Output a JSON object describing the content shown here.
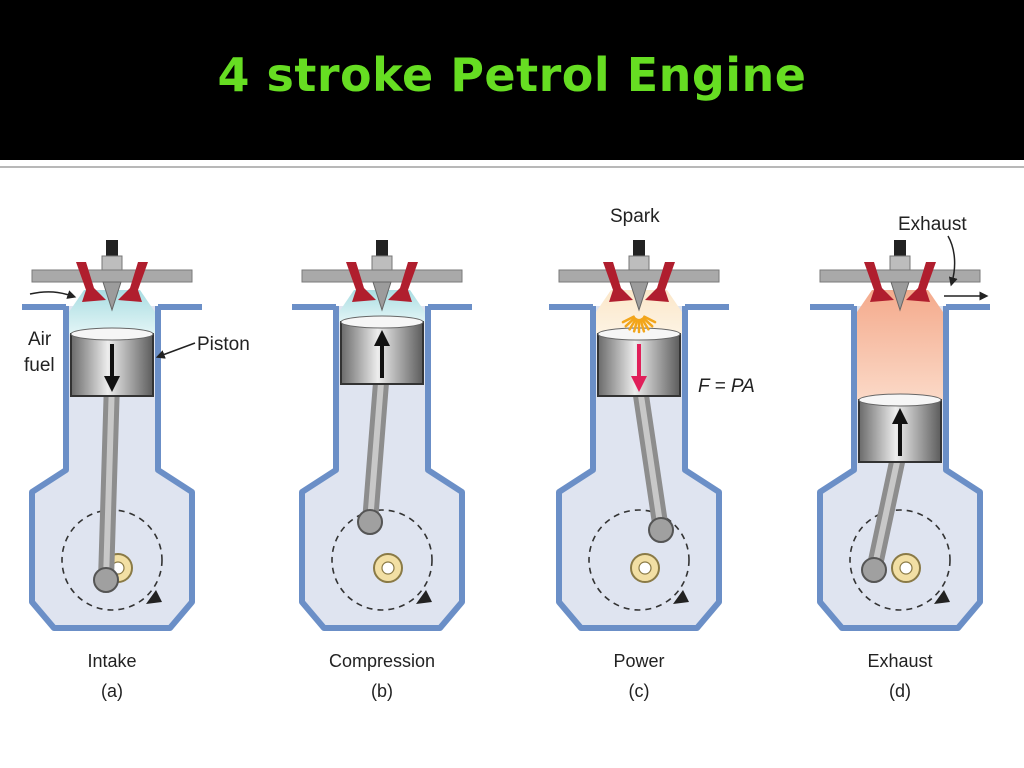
{
  "title": "4 stroke Petrol Engine",
  "colors": {
    "title_bg": "#000000",
    "title_text": "#66dd22",
    "cylinder_wall": "#6b8fc7",
    "cylinder_fill": "#dfe4f0",
    "valve": "#b01e2e",
    "intake_charge": "#bfe6ea",
    "burning_charge": "#f6c0a8",
    "crank_pin": "#f2dfa4",
    "power_arrow": "#e0205a"
  },
  "labels": {
    "air_fuel": [
      "Air",
      "fuel"
    ],
    "piston": "Piston",
    "spark": "Spark",
    "force": "F = PA",
    "exhaust": "Exhaust"
  },
  "strokes": [
    {
      "name": "Intake",
      "letter": "(a)",
      "piston_motion": "down"
    },
    {
      "name": "Compression",
      "letter": "(b)",
      "piston_motion": "up"
    },
    {
      "name": "Power",
      "letter": "(c)",
      "piston_motion": "down"
    },
    {
      "name": "Exhaust",
      "letter": "(d)",
      "piston_motion": "up"
    }
  ]
}
